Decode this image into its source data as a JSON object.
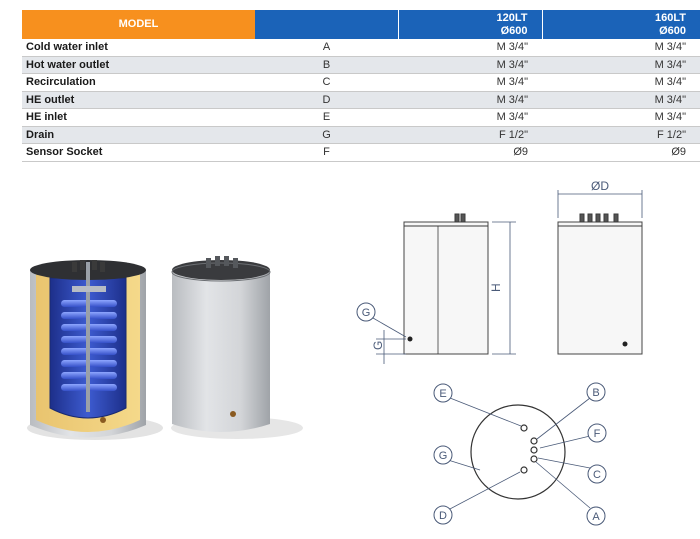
{
  "table": {
    "header": {
      "model": "MODEL",
      "size1_line1": "120LT",
      "size1_line2": "Ø600",
      "size2_line1": "160LT",
      "size2_line2": "Ø600"
    },
    "rows": [
      {
        "label": "Cold water inlet",
        "code": "A",
        "v1": "M 3/4\"",
        "v2": "M 3/4\""
      },
      {
        "label": "Hot water outlet",
        "code": "B",
        "v1": "M 3/4\"",
        "v2": "M 3/4\""
      },
      {
        "label": "Recirculation",
        "code": "C",
        "v1": "M 3/4\"",
        "v2": "M 3/4\""
      },
      {
        "label": "HE outlet",
        "code": "D",
        "v1": "M 3/4\"",
        "v2": "M 3/4\""
      },
      {
        "label": "HE inlet",
        "code": "E",
        "v1": "M 3/4\"",
        "v2": "M 3/4\""
      },
      {
        "label": "Drain",
        "code": "G",
        "v1": "F 1/2\"",
        "v2": "F 1/2\""
      },
      {
        "label": "Sensor Socket",
        "code": "F",
        "v1": "Ø9",
        "v2": "Ø9"
      }
    ]
  },
  "diagram": {
    "dim_diameter": "ØD",
    "dim_height": "H",
    "dim_drain": "G",
    "callouts": {
      "A": "A",
      "B": "B",
      "C": "C",
      "D": "D",
      "E": "E",
      "F": "F",
      "G": "G"
    }
  },
  "colors": {
    "header_orange": "#f7901e",
    "header_blue": "#1b63b8",
    "row_alt": "#e4e7eb",
    "line_color": "#4a5a78"
  }
}
